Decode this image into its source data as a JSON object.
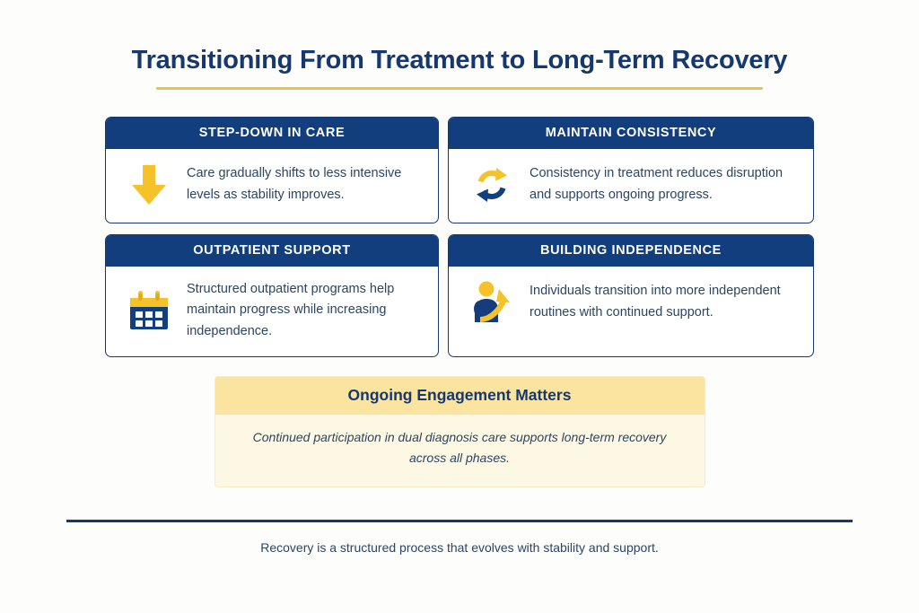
{
  "title": "Transitioning From Treatment to Long-Term Recovery",
  "cards": [
    {
      "heading": "STEP-DOWN IN CARE",
      "text": "Care gradually shifts to less intensive levels as stability improves.",
      "icon": "down-arrow-icon"
    },
    {
      "heading": "MAINTAIN CONSISTENCY",
      "text": "Consistency in treatment reduces disruption and supports ongoing progress.",
      "icon": "refresh-cycle-icon"
    },
    {
      "heading": "OUTPATIENT SUPPORT",
      "text": "Structured outpatient programs help maintain progress while increasing independence.",
      "icon": "calendar-icon"
    },
    {
      "heading": "BUILDING INDEPENDENCE",
      "text": "Individuals transition into more independent routines with continued support.",
      "icon": "person-growth-arrow-icon"
    }
  ],
  "highlight": {
    "heading": "Ongoing Engagement Matters",
    "text": "Continued participation in dual diagnosis care supports long-term recovery across all phases."
  },
  "footer": {
    "text": "Recovery is a structured process that evolves with stability and support."
  },
  "colors": {
    "navy": "#123e7d",
    "navy_text": "#14386f",
    "yellow": "#f0c33c",
    "highlight_header": "#fbe3a0",
    "highlight_body": "#fdf8e3",
    "body_text": "#2b4562",
    "background": "#fdfdfb"
  }
}
